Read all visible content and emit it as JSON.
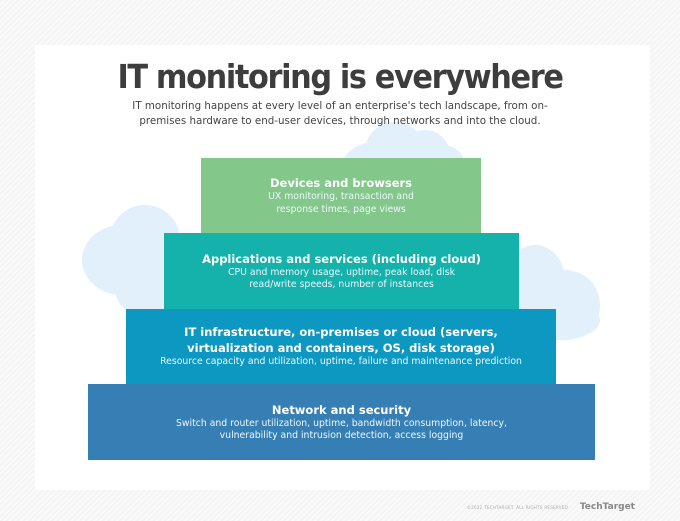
{
  "title": "IT monitoring is everywhere",
  "subtitle": "IT monitoring happens at every level of an enterprise's tech landscape, from on-premises hardware to end-user devices, through networks and into the cloud.",
  "layers": [
    {
      "heading": "Devices and browsers",
      "description": "UX monitoring, transaction and response times, page views",
      "color": "#83c78a"
    },
    {
      "heading": "Applications and services (including cloud)",
      "description": "CPU and memory usage, uptime, peak load, disk read/write speeds, number of instances",
      "color": "#14b2aa"
    },
    {
      "heading": "IT infrastructure, on-premises or cloud (servers, virtualization and containers, OS, disk storage)",
      "description": "Resource capacity and utilization, uptime, failure and maintenance prediction",
      "color": "#0d98c2"
    },
    {
      "heading": "Network and security",
      "description": "Switch and router utilization, uptime, bandwidth consumption, latency, vulnerability and intrusion detection, access logging",
      "color": "#367fb5"
    }
  ],
  "footer": {
    "copyright": "©2022 TECHTARGET. ALL RIGHTS RESERVED",
    "logo": "TechTarget"
  }
}
